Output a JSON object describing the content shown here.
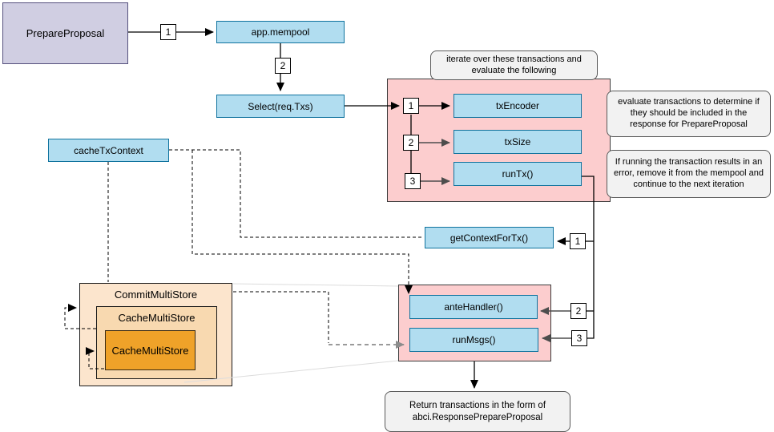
{
  "diagram": {
    "nodes": {
      "prepare_proposal": "PrepareProposal",
      "app_mempool": "app.mempool",
      "select_txs": "Select(req.Txs)",
      "cache_tx_context": "cacheTxContext",
      "tx_encoder": "txEncoder",
      "tx_size": "txSize",
      "run_tx": "runTx()",
      "get_context_for_tx": "getContextForTx()",
      "ante_handler": "anteHandler()",
      "run_msgs": "runMsgs()",
      "commit_multi_store": "CommitMultiStore",
      "cache_multi_store": "CacheMultiStore",
      "cache_multi_store_inner": "CacheMultiStore"
    },
    "steps": {
      "one": "1",
      "two": "2",
      "three": "3"
    },
    "notes": {
      "iterate": "iterate over these transactions and evaluate the following",
      "evaluate": "evaluate transactions to determine if they should be included in the response for PrepareProposal",
      "on_error": "If running the transaction results in an error, remove it from the mempool and continue to the next iteration",
      "return": "Return transactions in the form of abci.ResponsePrepareProposal"
    },
    "colors": {
      "node_blue_fill": "#b1ddf0",
      "node_blue_stroke": "#10739e",
      "purple_fill": "#d0cee2",
      "purple_stroke": "#56517e",
      "pink_fill": "#fccdce",
      "orange_outer_fill": "#fce5cd",
      "orange_mid_fill": "#f8d9b0",
      "orange_inner_fill": "#efa229",
      "note_fill": "#f2f2f2"
    }
  }
}
